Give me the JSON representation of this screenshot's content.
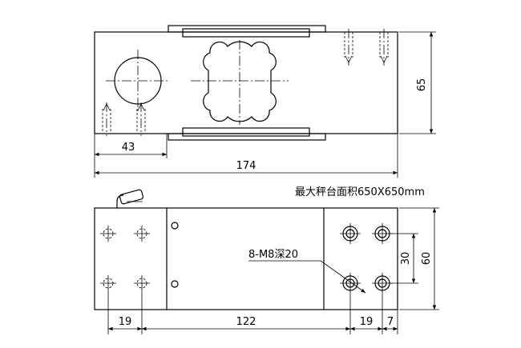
{
  "top_view": {
    "dim_height": "65",
    "dim_hole_offset": "43",
    "dim_length": "174"
  },
  "platform_note": "最大秤台面积650X650mm",
  "bottom_view": {
    "thread_callout": "8-M8深20",
    "dim_left_offset": "19",
    "dim_hole_span": "122",
    "dim_right_pitch": "19",
    "dim_right_edge": "7",
    "dim_hole_pitch_vertical": "30",
    "dim_height": "60"
  }
}
